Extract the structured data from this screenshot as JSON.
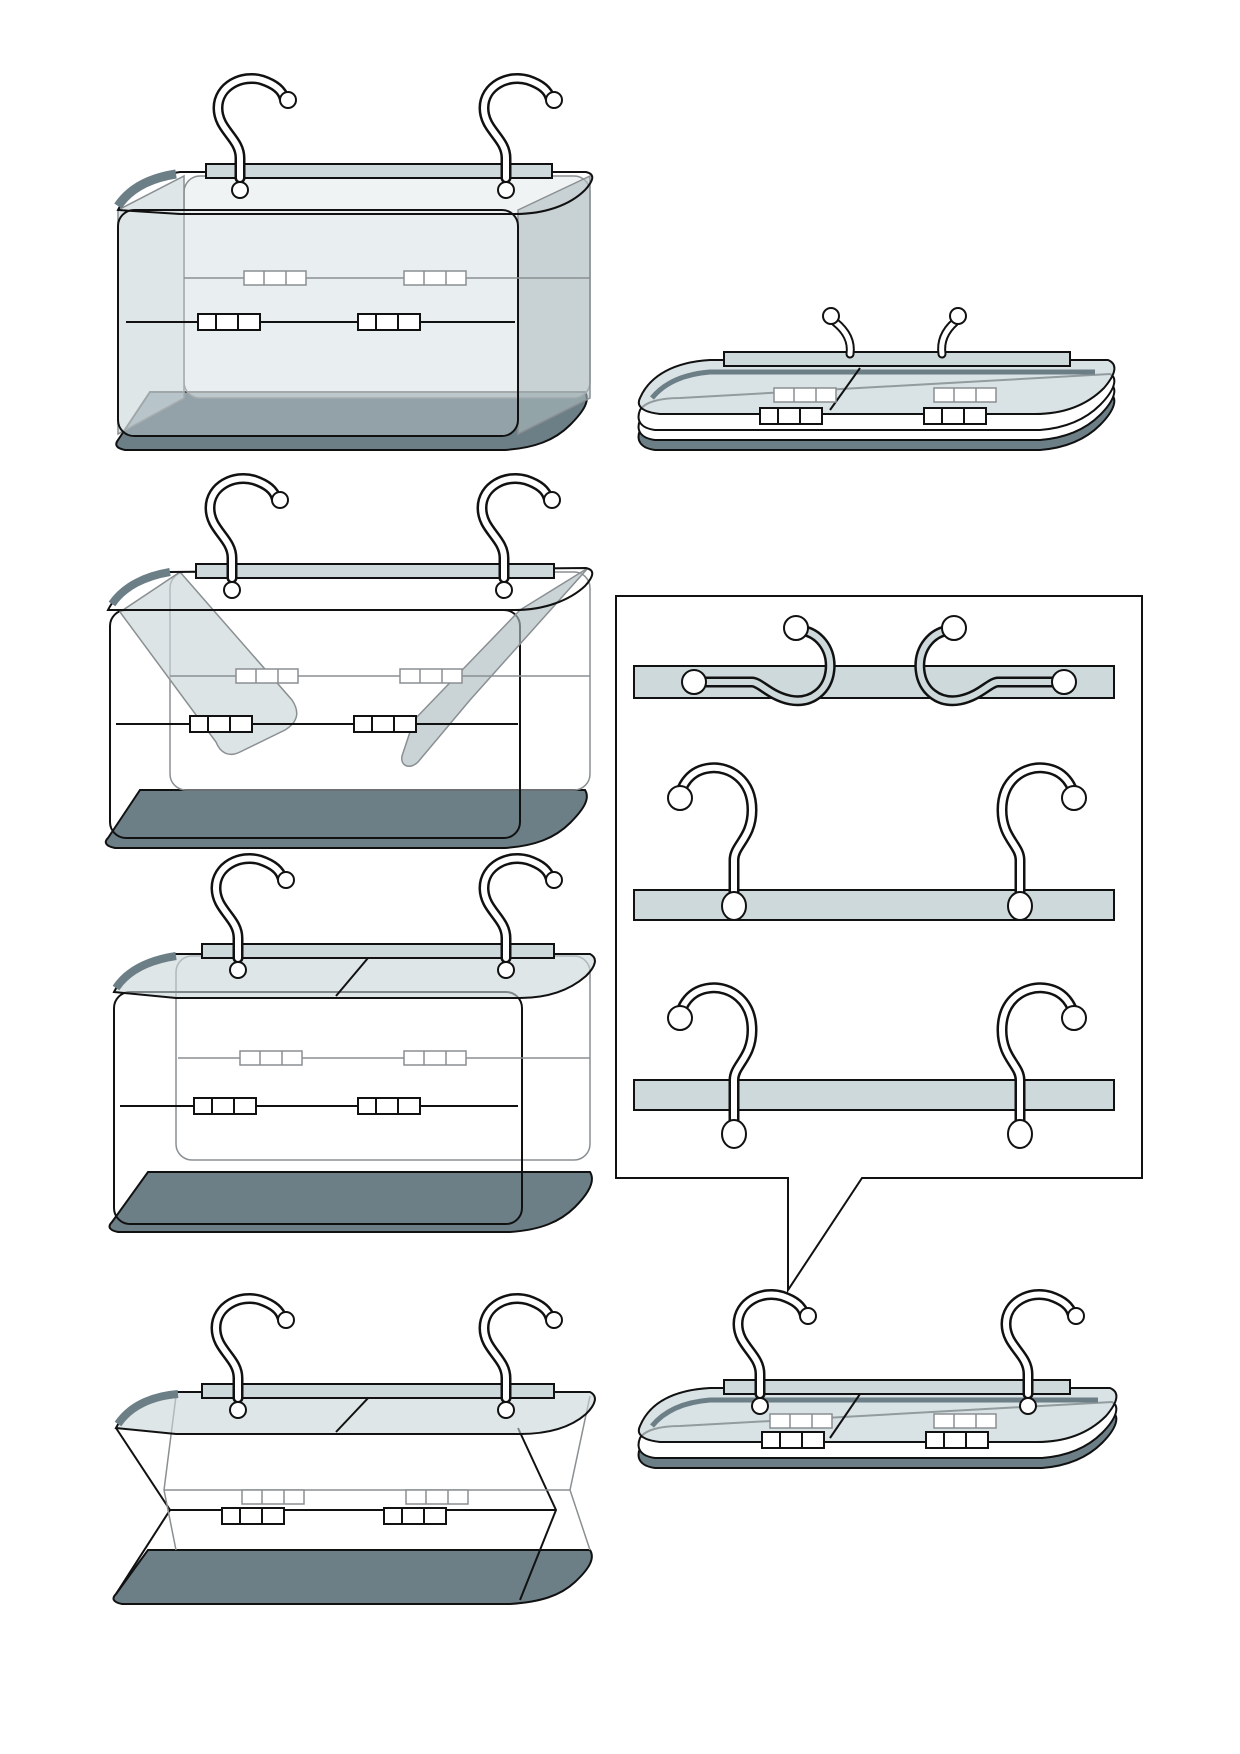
{
  "page": {
    "background": "#ffffff"
  },
  "colors": {
    "line": "#111111",
    "base": "#6c7f87",
    "glass": "#c9d6d8",
    "glass_dark": "#aebdc0",
    "bar": "#cdd9da",
    "faint_line": "#8a8f92",
    "rim": "#5e6e75"
  },
  "figures": [
    {
      "id": "fig-1",
      "name": "cube-open-with-hooks",
      "state": "expanded"
    },
    {
      "id": "fig-2",
      "name": "folded-flat-with-hooks-up",
      "state": "collapsed"
    },
    {
      "id": "fig-3",
      "name": "cube-side-panels-folding",
      "state": "folding"
    },
    {
      "id": "fig-4",
      "name": "cube-lid-closed",
      "state": "expanded"
    },
    {
      "id": "fig-5",
      "name": "cube-collapsing-sides",
      "state": "collapsing"
    },
    {
      "id": "fig-6",
      "name": "hook-positions-callout",
      "state": "detail"
    },
    {
      "id": "fig-7",
      "name": "folded-flat-hooks-raised",
      "state": "collapsed"
    }
  ],
  "callout": {
    "hook_rows": [
      {
        "name": "hooks-folded-flat"
      },
      {
        "name": "hooks-raised-up"
      },
      {
        "name": "hooks-raised-down"
      }
    ]
  }
}
